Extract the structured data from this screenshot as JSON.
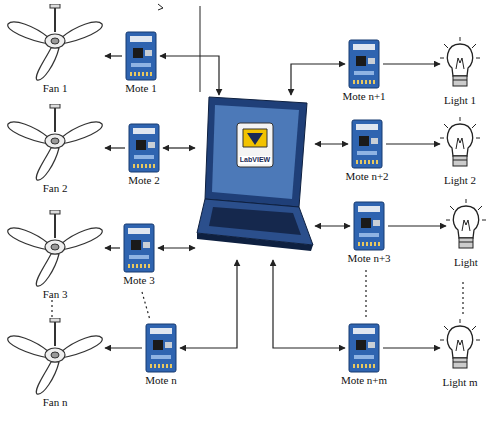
{
  "diagram": {
    "nodes": [
      {
        "text": [
          "Fan 1"
        ]
      },
      {
        "text": [
          "Fan 2"
        ]
      },
      {
        "text": [
          "Fan 3"
        ]
      },
      {
        "text": [
          "Fan n"
        ]
      },
      {
        "text": [
          "Mote 1"
        ]
      },
      {
        "text": [
          "Mote 2"
        ]
      },
      {
        "text": [
          "Mote 3"
        ]
      },
      {
        "text": [
          "Mote n"
        ]
      },
      {
        "text": [
          "LabVIEW"
        ]
      },
      {
        "text": [
          "Mote n+1"
        ]
      },
      {
        "text": [
          "Mote n+2"
        ]
      },
      {
        "text": [
          "Mote n+3"
        ]
      },
      {
        "text": [
          "Mote n+m"
        ]
      },
      {
        "text": [
          "Light 1"
        ]
      },
      {
        "text": [
          "Light 2"
        ]
      },
      {
        "text": [
          "Light"
        ]
      },
      {
        "text": [
          "Light m"
        ]
      }
    ],
    "edges": [
      {
        "from": 4,
        "to": 0,
        "arrow": "to"
      },
      {
        "from": 5,
        "to": 1,
        "arrow": "to"
      },
      {
        "from": 6,
        "to": 2,
        "arrow": "to"
      },
      {
        "from": 7,
        "to": 3,
        "arrow": "to"
      },
      {
        "from": 8,
        "to": 4,
        "arrow": "both"
      },
      {
        "from": 8,
        "to": 5,
        "arrow": "both"
      },
      {
        "from": 8,
        "to": 6,
        "arrow": "both"
      },
      {
        "from": 8,
        "to": 7,
        "arrow": "both"
      },
      {
        "from": 8,
        "to": 9,
        "arrow": "both"
      },
      {
        "from": 8,
        "to": 10,
        "arrow": "both"
      },
      {
        "from": 8,
        "to": 11,
        "arrow": "both"
      },
      {
        "from": 8,
        "to": 12,
        "arrow": "both"
      },
      {
        "from": 9,
        "to": 13,
        "arrow": "to"
      },
      {
        "from": 10,
        "to": 14,
        "arrow": "to"
      },
      {
        "from": 11,
        "to": 15,
        "arrow": "to"
      },
      {
        "from": 12,
        "to": 16,
        "arrow": "to"
      }
    ]
  }
}
